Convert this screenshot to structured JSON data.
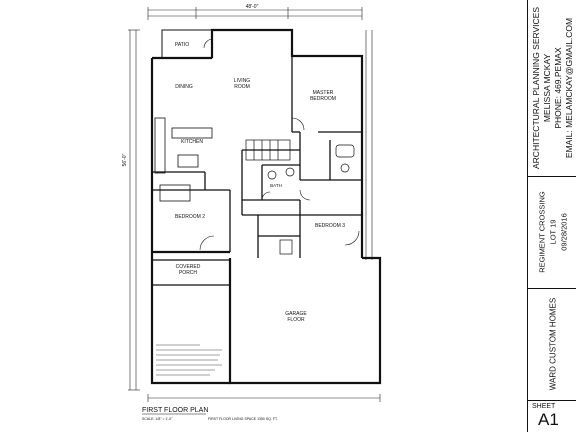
{
  "rooms": {
    "patio": "PATIO",
    "living": "LIVING\nROOM",
    "dining": "DINING",
    "master": "MASTER\nBEDROOM",
    "kitchen": "KITCHEN",
    "bath": "BATH",
    "bed2": "BEDROOM 2",
    "bed3": "BEDROOM 3",
    "porch": "COVERED\nPORCH",
    "garage": "GARAGE\nFLOOR"
  },
  "dimensions": {
    "top_total": "48'-0\"",
    "left_total": "56'-0\""
  },
  "plan_title": "FIRST FLOOR PLAN",
  "plan_scale": "SCALE: 1/8\" = 1'-0\"",
  "plan_area": "FIRST FLOOR LIVING SPACE 1350 SQ. FT.",
  "title_block": {
    "company": "ARCHITECTURAL PLANNING SERVICES",
    "person": "MELISSA MCKAY",
    "phone": "PHONE: 469.PEMAX",
    "email": "EMAIL: MELAMCKAY@GMAIL.COM",
    "project": "REGIMENT CROSSING",
    "lot": "LOT 19",
    "date": "09/28/2016",
    "client": "WARD CUSTOM HOMES",
    "sheet_label": "SHEET",
    "sheet_number": "A1"
  }
}
